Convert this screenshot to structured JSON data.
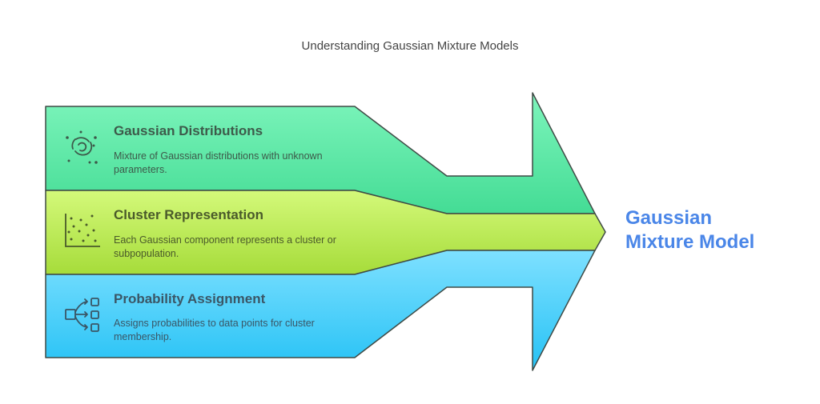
{
  "title": "Understanding Gaussian Mixture Models",
  "segments": [
    {
      "title": "Gaussian Distributions",
      "description": "Mixture of Gaussian distributions with unknown parameters.",
      "icon": "spiral-galaxy-icon",
      "color_top": "#7ef5bc",
      "color_bottom": "#44dc95",
      "text_color": "#3d5a4a"
    },
    {
      "title": "Cluster Representation",
      "description": "Each Gaussian component represents a cluster or subpopulation.",
      "icon": "scatter-plot-icon",
      "color_top": "#d4f97a",
      "color_bottom": "#a6dc3a",
      "text_color": "#4a5a2a"
    },
    {
      "title": "Probability Assignment",
      "description": "Assigns probabilities to data points for cluster membership.",
      "icon": "distribution-arrows-icon",
      "color_top": "#7ee0ff",
      "color_bottom": "#26c2f5",
      "text_color": "#3a5666"
    }
  ],
  "target": {
    "line1": "Gaussian",
    "line2": "Mixture Model",
    "color": "#4a86e8"
  }
}
